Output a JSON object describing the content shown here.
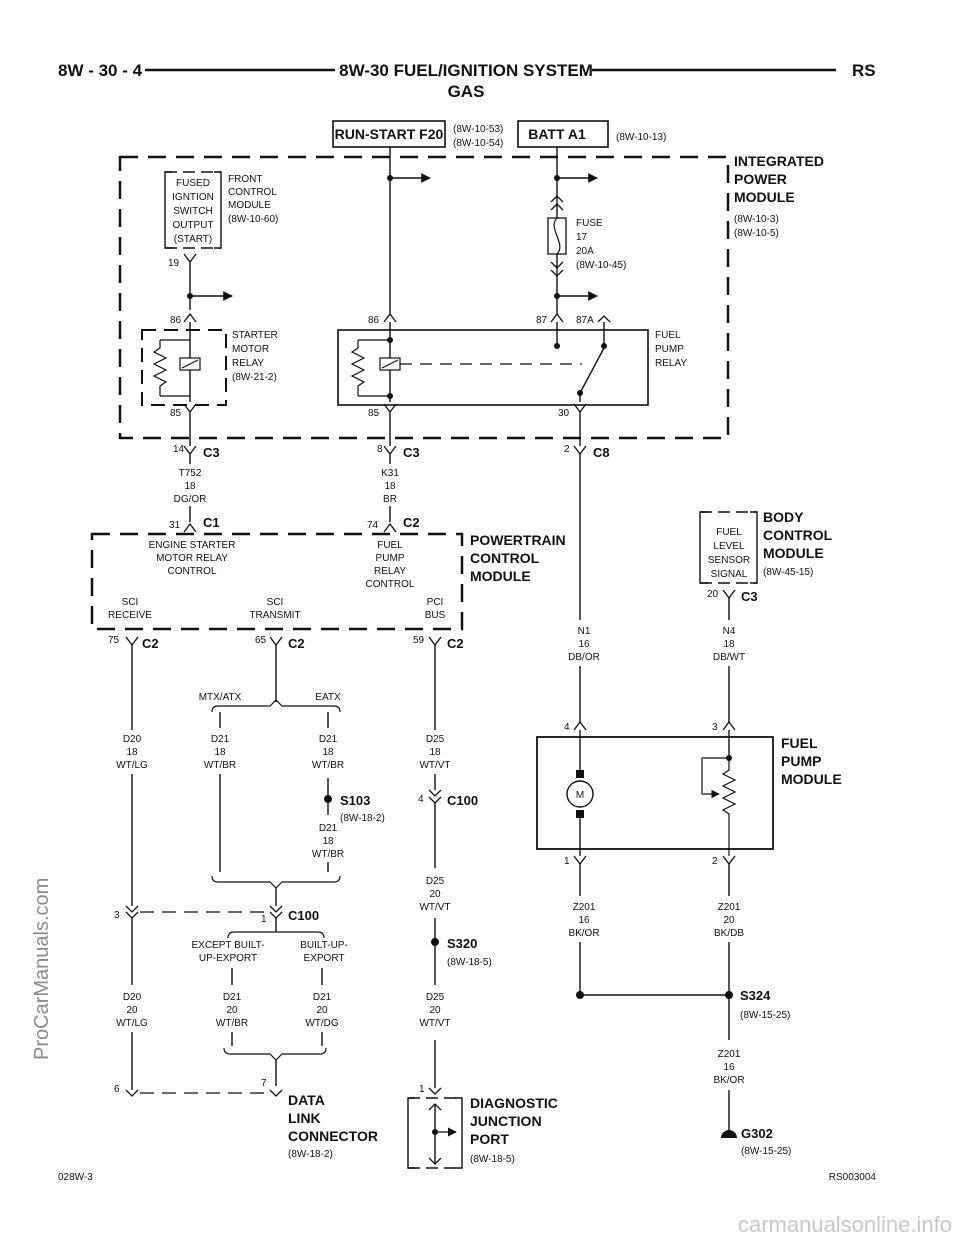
{
  "header": {
    "page": "8W - 30 - 4",
    "title": "8W-30 FUEL/IGNITION SYSTEM",
    "subtitle": "GAS",
    "code": "RS"
  },
  "fuses": {
    "run_start": "RUN-START F20",
    "run_start_ref1": "(8W-10-53)",
    "run_start_ref2": "(8W-10-54)",
    "batt": "BATT A1",
    "batt_ref": "(8W-10-13)"
  },
  "ipm": {
    "name1": "INTEGRATED",
    "name2": "POWER",
    "name3": "MODULE",
    "ref1": "(8W-10-3)",
    "ref2": "(8W-10-5)",
    "fused_box": [
      "FUSED",
      "IGNTION",
      "SWITCH",
      "OUTPUT",
      "(START)"
    ],
    "fcm": [
      "FRONT",
      "CONTROL",
      "MODULE",
      "(8W-10-60)"
    ],
    "fuse": [
      "FUSE",
      "17",
      "20A",
      "(8W-10-45)"
    ],
    "pin19": "19",
    "starter_relay": [
      "STARTER",
      "MOTOR",
      "RELAY",
      "(8W-21-2)"
    ],
    "fuel_relay": [
      "FUEL",
      "PUMP",
      "RELAY"
    ],
    "pin86a": "86",
    "pin85a": "85",
    "pin86b": "86",
    "pin85b": "85",
    "pin87": "87",
    "pin87a": "87A",
    "pin30": "30"
  },
  "conn_top": {
    "c3a_pin": "14",
    "c3a": "C3",
    "c3b_pin": "8",
    "c3b": "C3",
    "c8_pin": "2",
    "c8": "C8"
  },
  "wires": {
    "t752": [
      "T752",
      "18",
      "DG/OR"
    ],
    "k31": [
      "K31",
      "18",
      "BR"
    ],
    "n1": [
      "N1",
      "16",
      "DB/OR"
    ],
    "n4": [
      "N4",
      "18",
      "DB/WT"
    ],
    "d20a": [
      "D20",
      "18",
      "WT/LG"
    ],
    "d21a": [
      "D21",
      "18",
      "WT/BR"
    ],
    "d21b": [
      "D21",
      "18",
      "WT/BR"
    ],
    "d21c": [
      "D21",
      "18",
      "WT/BR"
    ],
    "d25a": [
      "D25",
      "18",
      "WT/VT"
    ],
    "d25b": [
      "D25",
      "20",
      "WT/VT"
    ],
    "d25c": [
      "D25",
      "20",
      "WT/VT"
    ],
    "d20b": [
      "D20",
      "20",
      "WT/LG"
    ],
    "d21d": [
      "D21",
      "20",
      "WT/BR"
    ],
    "d21e": [
      "D21",
      "20",
      "WT/DG"
    ],
    "z201a": [
      "Z201",
      "16",
      "BK/OR"
    ],
    "z201b": [
      "Z201",
      "20",
      "BK/DB"
    ],
    "z201c": [
      "Z201",
      "16",
      "BK/OR"
    ]
  },
  "pcm": {
    "name1": "POWERTRAIN",
    "name2": "CONTROL",
    "name3": "MODULE",
    "c1_pin": "31",
    "c1": "C1",
    "c2_pin": "74",
    "c2": "C2",
    "engine_starter": [
      "ENGINE STARTER",
      "MOTOR RELAY",
      "CONTROL"
    ],
    "fuel_control": [
      "FUEL",
      "PUMP",
      "RELAY",
      "CONTROL"
    ],
    "sci_rx": [
      "SCI",
      "RECEIVE"
    ],
    "sci_tx": [
      "SCI",
      "TRANSMIT"
    ],
    "pci": [
      "PCI",
      "BUS"
    ],
    "p75": "75",
    "c2a": "C2",
    "p65": "65",
    "c2b": "C2",
    "p59": "59",
    "c2c": "C2"
  },
  "bcm": {
    "name1": "BODY",
    "name2": "CONTROL",
    "name3": "MODULE",
    "ref": "(8W-45-15)",
    "box": [
      "FUEL",
      "LEVEL",
      "SENSOR",
      "SIGNAL"
    ],
    "pin": "20",
    "conn": "C3"
  },
  "fpm": {
    "name1": "FUEL",
    "name2": "PUMP",
    "name3": "MODULE",
    "motor": "M",
    "p4": "4",
    "p3": "3",
    "p1": "1",
    "p2": "2"
  },
  "variants": {
    "mtx": "MTX/ATX",
    "eatx": "EATX",
    "except": [
      "EXCEPT BUILT-",
      "UP-EXPORT"
    ],
    "built": [
      "BUILT-UP-",
      "EXPORT"
    ]
  },
  "splices": {
    "s103": "S103",
    "s103_ref": "(8W-18-2)",
    "c100a_pin": "4",
    "c100a": "C100",
    "c100b_pin3": "3",
    "c100b_pin1": "1",
    "c100b": "C100",
    "s320": "S320",
    "s320_ref": "(8W-18-5)",
    "s324": "S324",
    "s324_ref": "(8W-15-25)",
    "g302": "G302",
    "g302_ref": "(8W-15-25)"
  },
  "dlc": {
    "name1": "DATA",
    "name2": "LINK",
    "name3": "CONNECTOR",
    "ref": "(8W-18-2)",
    "p6": "6",
    "p7": "7"
  },
  "djp": {
    "name1": "DIAGNOSTIC",
    "name2": "JUNCTION",
    "name3": "PORT",
    "ref": "(8W-18-5)",
    "p1": "1"
  },
  "footer": {
    "left": "028W-3",
    "right": "RS003004"
  },
  "watermarks": {
    "left": "ProCarManuals.com",
    "right": "carmanualsonline.info"
  }
}
